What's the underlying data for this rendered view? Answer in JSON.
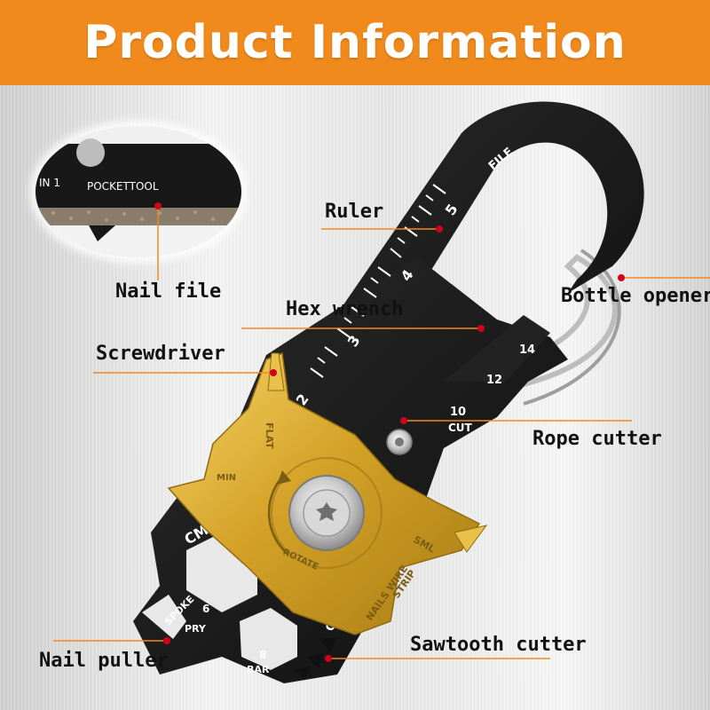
{
  "header": {
    "title": "Product Information",
    "color": "#f08a1c"
  },
  "inset": {
    "model_text": "POCKETTOOL",
    "count_text": "IN 1"
  },
  "labels": {
    "ruler": "Ruler",
    "nail_file": "Nail file",
    "hex_wrench": "Hex wrench",
    "bottle_opener": "Bottle opener",
    "screwdriver": "Screwdriver",
    "rope_cutter": "Rope cutter",
    "nail_puller": "Nail puller",
    "sawtooth_cutter": "Sawtooth cutter"
  },
  "tool_markings": {
    "file": "FILE",
    "ruler_5": "5",
    "ruler_4": "4",
    "ruler_3": "3",
    "ruler_2": "2",
    "size_10": "10",
    "size_12": "12",
    "size_14": "14",
    "cut": "CUT",
    "cm": "CM",
    "spoke": "SPOKE",
    "size_6": "6",
    "pry": "PRY",
    "size_8": "8",
    "bar": "BAR",
    "op": "OP",
    "min": "MIN",
    "flat": "FLAT",
    "rotate": "ROTATE",
    "nails_wire": "NAILS WIRE",
    "strip": "STRIP",
    "sml": "SML"
  },
  "colors": {
    "leader_line": "#f08a1c",
    "leader_dot": "#d0021b",
    "steel_black": "#1b1b1b",
    "gold": "#d7a928"
  }
}
